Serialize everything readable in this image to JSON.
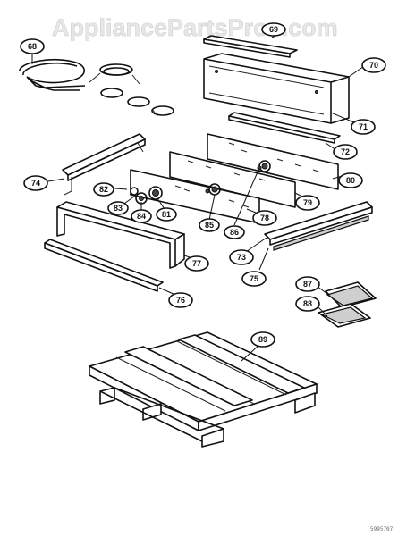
{
  "watermark": "AppliancePartsPros.com",
  "footer_code": "5995707",
  "callouts": [
    {
      "id": "69",
      "label": "69"
    },
    {
      "id": "70",
      "label": "70"
    },
    {
      "id": "71",
      "label": "71"
    },
    {
      "id": "72",
      "label": "72"
    },
    {
      "id": "73",
      "label": "73"
    },
    {
      "id": "74",
      "label": "74"
    },
    {
      "id": "75",
      "label": "75"
    },
    {
      "id": "76",
      "label": "76"
    },
    {
      "id": "77",
      "label": "77"
    },
    {
      "id": "78",
      "label": "78"
    },
    {
      "id": "79",
      "label": "79"
    },
    {
      "id": "80",
      "label": "80"
    },
    {
      "id": "81",
      "label": "81"
    },
    {
      "id": "82",
      "label": "82"
    },
    {
      "id": "83",
      "label": "83"
    },
    {
      "id": "84",
      "label": "84"
    },
    {
      "id": "85",
      "label": "85"
    },
    {
      "id": "86",
      "label": "86"
    },
    {
      "id": "87",
      "label": "87"
    },
    {
      "id": "88",
      "label": "88"
    },
    {
      "id": "89",
      "label": "89"
    }
  ]
}
